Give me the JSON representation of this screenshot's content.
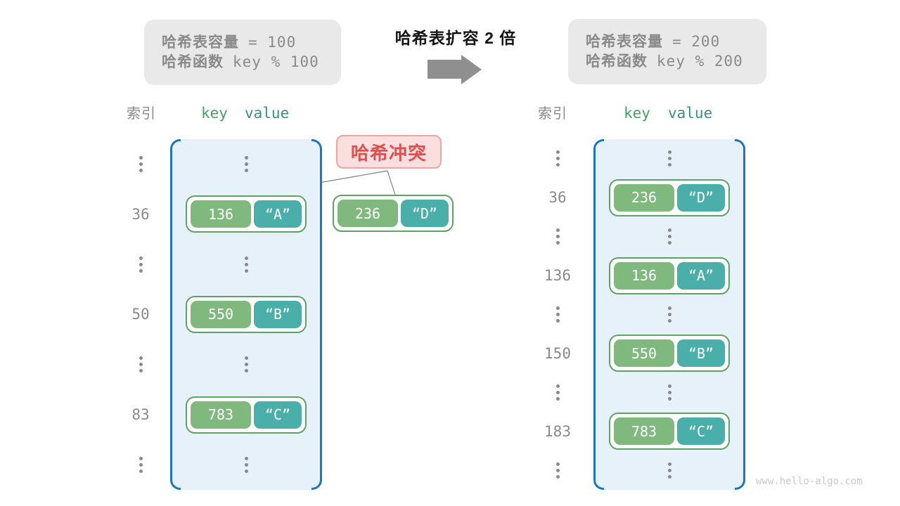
{
  "transition": {
    "title": "哈希表扩容 2 倍"
  },
  "left_panel": {
    "capacity_line1": {
      "label": "哈希表容量",
      "value": "= 100"
    },
    "capacity_line2": {
      "label": "哈希函数",
      "value": "key % 100"
    },
    "columns": {
      "index": "索引",
      "key": "key",
      "value": "value"
    },
    "rows": [
      {
        "type": "dots"
      },
      {
        "type": "pair",
        "index": "36",
        "key": "136",
        "value": "“A”"
      },
      {
        "type": "dots"
      },
      {
        "type": "pair",
        "index": "50",
        "key": "550",
        "value": "“B”"
      },
      {
        "type": "dots"
      },
      {
        "type": "pair",
        "index": "83",
        "key": "783",
        "value": "“C”"
      },
      {
        "type": "dots"
      }
    ]
  },
  "right_panel": {
    "capacity_line1": {
      "label": "哈希表容量",
      "value": "= 200"
    },
    "capacity_line2": {
      "label": "哈希函数",
      "value": "key % 200"
    },
    "columns": {
      "index": "索引",
      "key": "key",
      "value": "value"
    },
    "rows": [
      {
        "type": "dots"
      },
      {
        "type": "pair",
        "index": "36",
        "key": "236",
        "value": "“D”"
      },
      {
        "type": "dots"
      },
      {
        "type": "pair",
        "index": "136",
        "key": "136",
        "value": "“A”"
      },
      {
        "type": "dots"
      },
      {
        "type": "pair",
        "index": "150",
        "key": "550",
        "value": "“B”"
      },
      {
        "type": "dots"
      },
      {
        "type": "pair",
        "index": "183",
        "key": "783",
        "value": "“C”"
      },
      {
        "type": "dots"
      }
    ]
  },
  "collision": {
    "label": "哈希冲突",
    "pair": {
      "key": "236",
      "value": "“D”"
    }
  },
  "watermark": "www.hello-algo.com",
  "colors": {
    "bracket_blue": "#1b78c0",
    "table_fill": "#e7f1f9",
    "pair_border": "#5ca463",
    "key_fill": "#7fb97d",
    "value_fill": "#4bafa9",
    "header_key_green": "#44a45f",
    "header_value_teal": "#35918d",
    "collision_text": "#e14f4f",
    "collision_fill": "#fbdede",
    "gray_text": "#8a8a8a",
    "arrow_gray": "#8f8f8f"
  }
}
